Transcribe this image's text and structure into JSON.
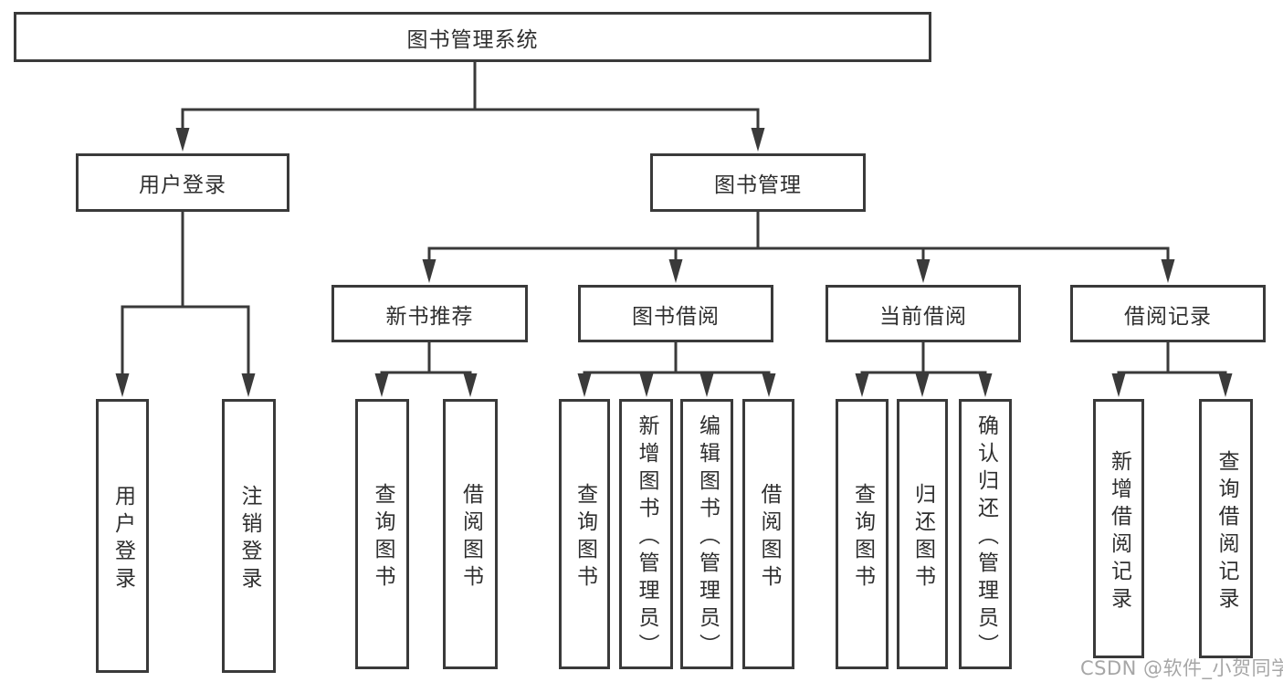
{
  "colors": {
    "line": "#3a3a3a",
    "box_border": "#3a3a3a",
    "text": "#2f2f2f",
    "background": "#ffffff",
    "watermark": "#969696"
  },
  "watermark": {
    "text": "CSDN @软件_小贺同学"
  },
  "tree": {
    "label": "图书管理系统",
    "children": [
      {
        "label": "用户登录",
        "children": [
          {
            "label": "用户登录"
          },
          {
            "label": "注销登录"
          }
        ]
      },
      {
        "label": "图书管理",
        "children": [
          {
            "label": "新书推荐",
            "children": [
              {
                "label": "查询图书"
              },
              {
                "label": "借阅图书"
              }
            ]
          },
          {
            "label": "图书借阅",
            "children": [
              {
                "label": "查询图书"
              },
              {
                "label": "新增图书（管理员）"
              },
              {
                "label": "编辑图书（管理员）"
              },
              {
                "label": "借阅图书"
              }
            ]
          },
          {
            "label": "当前借阅",
            "children": [
              {
                "label": "查询图书"
              },
              {
                "label": "归还图书"
              },
              {
                "label": "确认归还（管理员）"
              }
            ]
          },
          {
            "label": "借阅记录",
            "children": [
              {
                "label": "新增借阅记录"
              },
              {
                "label": "查询借阅记录"
              }
            ]
          }
        ]
      }
    ]
  }
}
